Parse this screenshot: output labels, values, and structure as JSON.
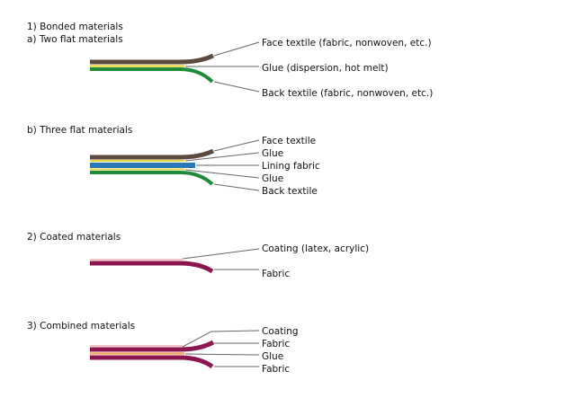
{
  "colors": {
    "face": "#5b4a3d",
    "glue": "#e6d64a",
    "back": "#1f8a3a",
    "lining": "#2a78b6",
    "fabric": "#8c1550",
    "coating": "#e9b3b3",
    "glue_combined": "#f2a862"
  },
  "section1": {
    "title": "1) Bonded materials",
    "a": {
      "title": "a) Two flat materials",
      "labels": [
        "Face textile (fabric, nonwoven, etc.)",
        "Glue (dispersion, hot melt)",
        "Back textile (fabric, nonwoven, etc.)"
      ]
    },
    "b": {
      "title": "b) Three flat materials",
      "labels": [
        "Face textile",
        "Glue",
        "Lining fabric",
        "Glue",
        "Back textile"
      ]
    }
  },
  "section2": {
    "title": "2) Coated materials",
    "labels": [
      "Coating (latex, acrylic)",
      "Fabric"
    ]
  },
  "section3": {
    "title": "3) Combined materials",
    "labels": [
      "Coating",
      "Fabric",
      "Glue",
      "Fabric"
    ]
  }
}
